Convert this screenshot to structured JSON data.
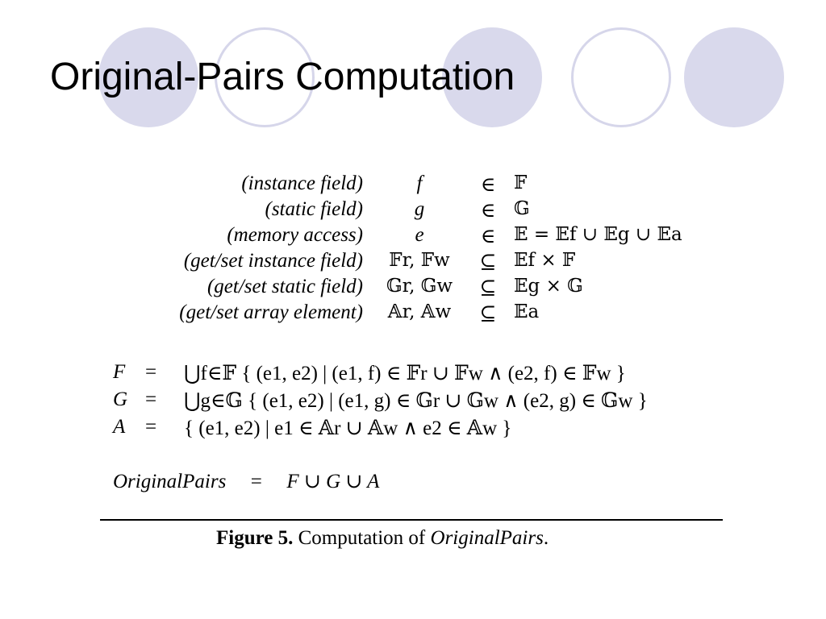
{
  "slide": {
    "title": "Original-Pairs Computation"
  },
  "definitions": [
    {
      "label": "(instance field)",
      "symbol": "f",
      "relation": "∈",
      "set": "𝔽"
    },
    {
      "label": "(static field)",
      "symbol": "g",
      "relation": "∈",
      "set": "𝔾"
    },
    {
      "label": "(memory access)",
      "symbol": "e",
      "relation": "∈",
      "set": "𝔼 = 𝔼f ∪ 𝔼g ∪ 𝔼a"
    },
    {
      "label": "(get/set  instance field)",
      "symbol": "𝔽r, 𝔽w",
      "relation": "⊆",
      "set": "𝔼f × 𝔽"
    },
    {
      "label": "(get/set static field)",
      "symbol": "𝔾r, 𝔾w",
      "relation": "⊆",
      "set": "𝔼g × 𝔾"
    },
    {
      "label": "(get/set array element)",
      "symbol": "𝔸r, 𝔸w",
      "relation": "⊆",
      "set": "𝔼a"
    }
  ],
  "equations": [
    {
      "lhs": "F",
      "eq": "=",
      "rhs": "⋃f∈𝔽 { (e1, e2) | (e1, f) ∈ 𝔽r ∪ 𝔽w  ∧  (e2, f) ∈ 𝔽w }"
    },
    {
      "lhs": "G",
      "eq": "=",
      "rhs": "⋃g∈𝔾 { (e1, e2) | (e1, g) ∈ 𝔾r ∪ 𝔾w  ∧  (e2, g) ∈ 𝔾w }"
    },
    {
      "lhs": "A",
      "eq": "=",
      "rhs": "{ (e1, e2) | e1 ∈ 𝔸r ∪ 𝔸w  ∧  e2 ∈ 𝔸w }"
    }
  ],
  "original_pairs": {
    "name": "OriginalPairs",
    "eq": "=",
    "rhs": "F ∪ G ∪ A"
  },
  "caption": {
    "figure": "Figure 5.",
    "text": "Computation of",
    "name": "OriginalPairs",
    "period": "."
  },
  "colors": {
    "circle_fill": "#d9d9ec",
    "circle_outline": "#d6d6ea"
  }
}
